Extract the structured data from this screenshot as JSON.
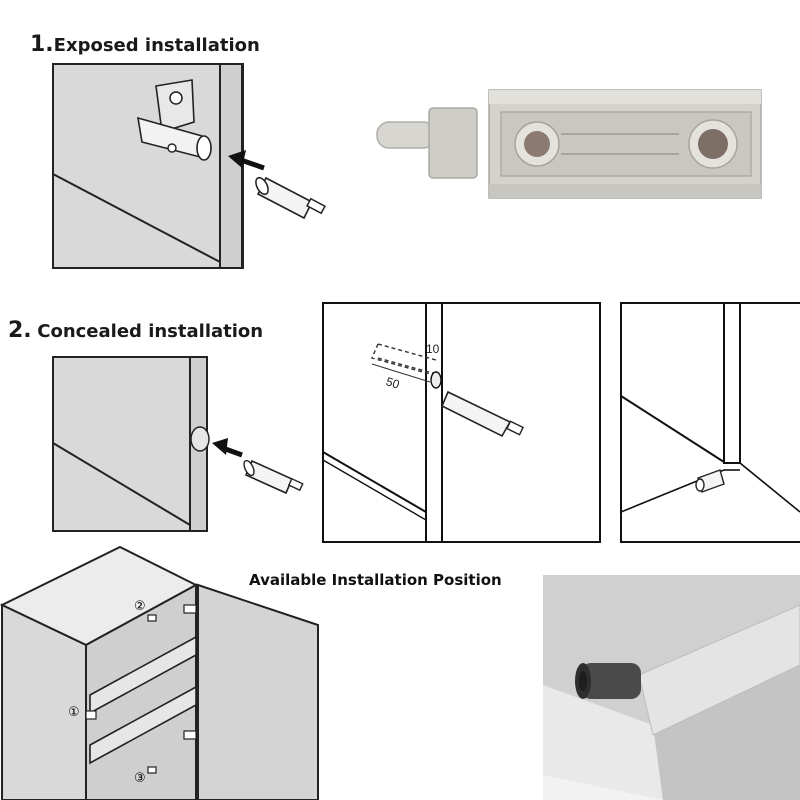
{
  "sections": {
    "exposed": {
      "number": "1.",
      "title": "Exposed installation"
    },
    "concealed": {
      "number": "2.",
      "title": "Concealed installation"
    }
  },
  "dimensions": {
    "depth": "10",
    "length": "50"
  },
  "positions": {
    "title": "Available Installation Position",
    "markers": [
      "①",
      "②",
      "③"
    ]
  },
  "colors": {
    "panel_gray": "#d9d9d9",
    "plastic_gray": "#d2d0cb",
    "line": "#222222"
  }
}
